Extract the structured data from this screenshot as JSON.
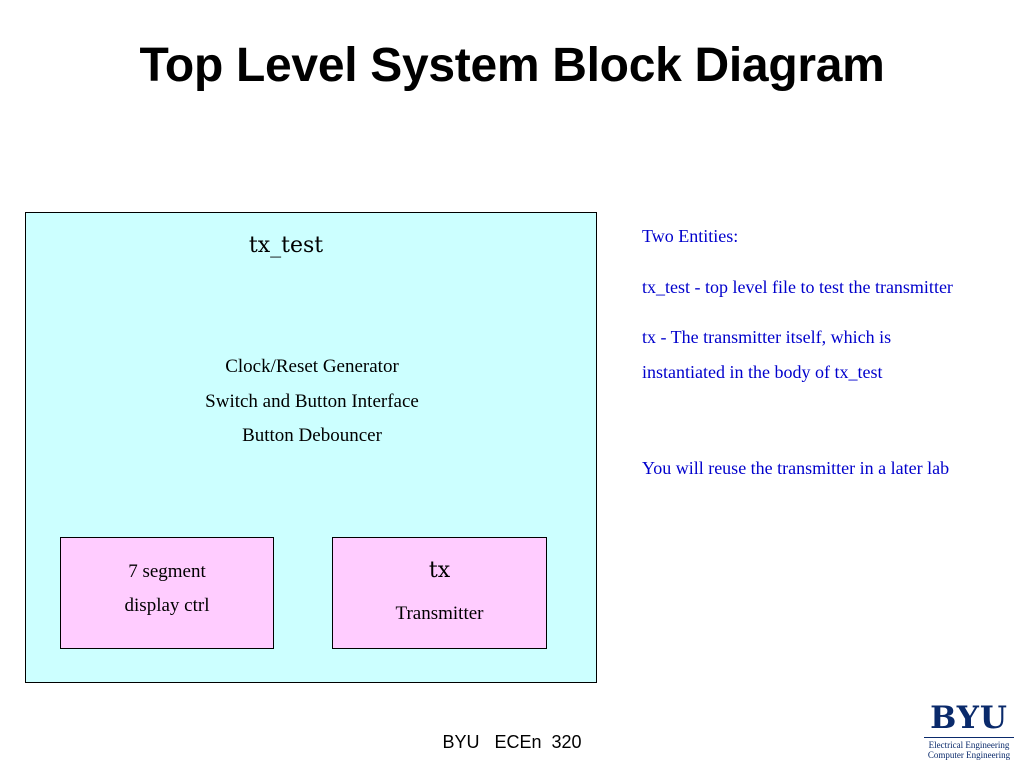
{
  "slide": {
    "title": "Top Level System Block Diagram",
    "footer": "BYU   ECEn  320"
  },
  "diagram": {
    "outer_block": {
      "label": "tx_test",
      "lines": [
        "Clock/Reset Generator",
        "Switch and Button Interface",
        "Button Debouncer"
      ]
    },
    "seven_segment_block": {
      "line1": "7 segment",
      "line2": "display ctrl"
    },
    "tx_block": {
      "label": "tx",
      "sublabel": "Transmitter"
    }
  },
  "notes": [
    "Two Entities:",
    "tx_test - top level file to test the transmitter",
    "tx - The transmitter itself, which is instantiated in the body of tx_test",
    "You will reuse the transmitter in a later lab"
  ],
  "logo": {
    "word": "BYU",
    "line1": "Electrical Engineering",
    "line2": "Computer Engineering"
  },
  "colors": {
    "outer_block_fill": "#ccffff",
    "inner_block_fill": "#ffccff",
    "notes_text": "#0000cc",
    "logo": "#0a2a6b"
  }
}
